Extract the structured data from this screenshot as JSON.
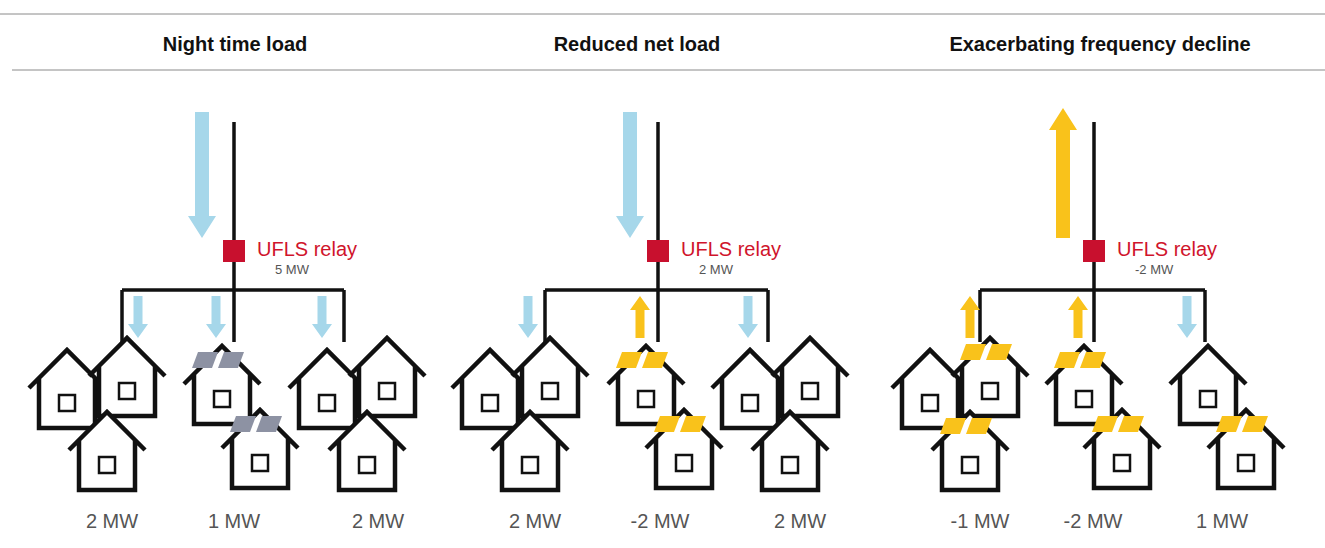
{
  "diagram": {
    "nodes": [
      {
        "text": [
          "UFLS relay",
          "5 MW"
        ]
      },
      {
        "text": [
          "UFLS relay",
          "2 MW"
        ]
      },
      {
        "text": [
          "UFLS relay",
          "-2 MW"
        ]
      }
    ],
    "labels": [
      "Night time load",
      "Reduced net load",
      "Exacerbating frequency decline",
      "2 MW",
      "1 MW",
      "2 MW",
      "2 MW",
      "-2 MW",
      "2 MW",
      "-1 MW",
      "-2 MW",
      "1 MW"
    ]
  }
}
